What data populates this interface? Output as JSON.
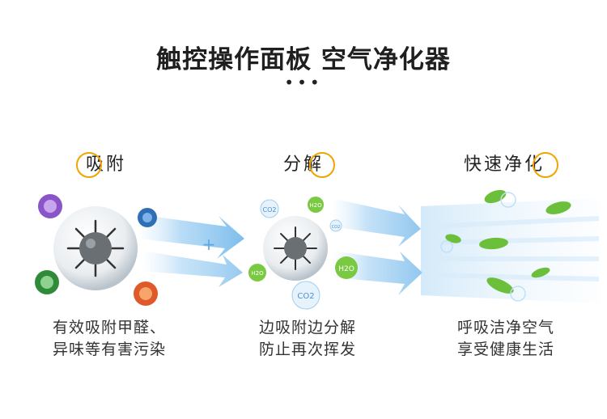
{
  "title": "触控操作面板 空气净化器",
  "dots": "•••",
  "stages": [
    {
      "label": "吸附",
      "lines": [
        "有效吸附甲醛、",
        "异味等有害污染"
      ]
    },
    {
      "label": "分解",
      "lines": [
        "边吸附边分解",
        "防止再次挥发"
      ]
    },
    {
      "label": "快速净化",
      "lines": [
        "呼吸洁净空气",
        "享受健康生活"
      ]
    }
  ],
  "molecules": {
    "co2": "CO2",
    "h2o": "H2O",
    "co2_small": "CO2"
  },
  "plus": "+",
  "colors": {
    "accent_ring": "#f0a400",
    "air_flow": "#8cc7f0",
    "leaf": "#6bbf3a"
  }
}
